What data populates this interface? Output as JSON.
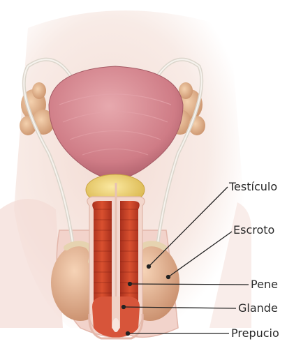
{
  "labels": {
    "testiculo": "Testículo",
    "escroto": "Escroto",
    "pene": "Pene",
    "glande": "Glande",
    "prepucio": "Prepucio"
  },
  "colors": {
    "skin": "#f6e3dc",
    "bladder": "#d98b95",
    "prostate": "#f0d36a",
    "erectile": "#c9422a",
    "testis": "#e7b892",
    "vesicle": "#e3b58f",
    "duct": "#eeeae2",
    "leader": "#222222"
  }
}
